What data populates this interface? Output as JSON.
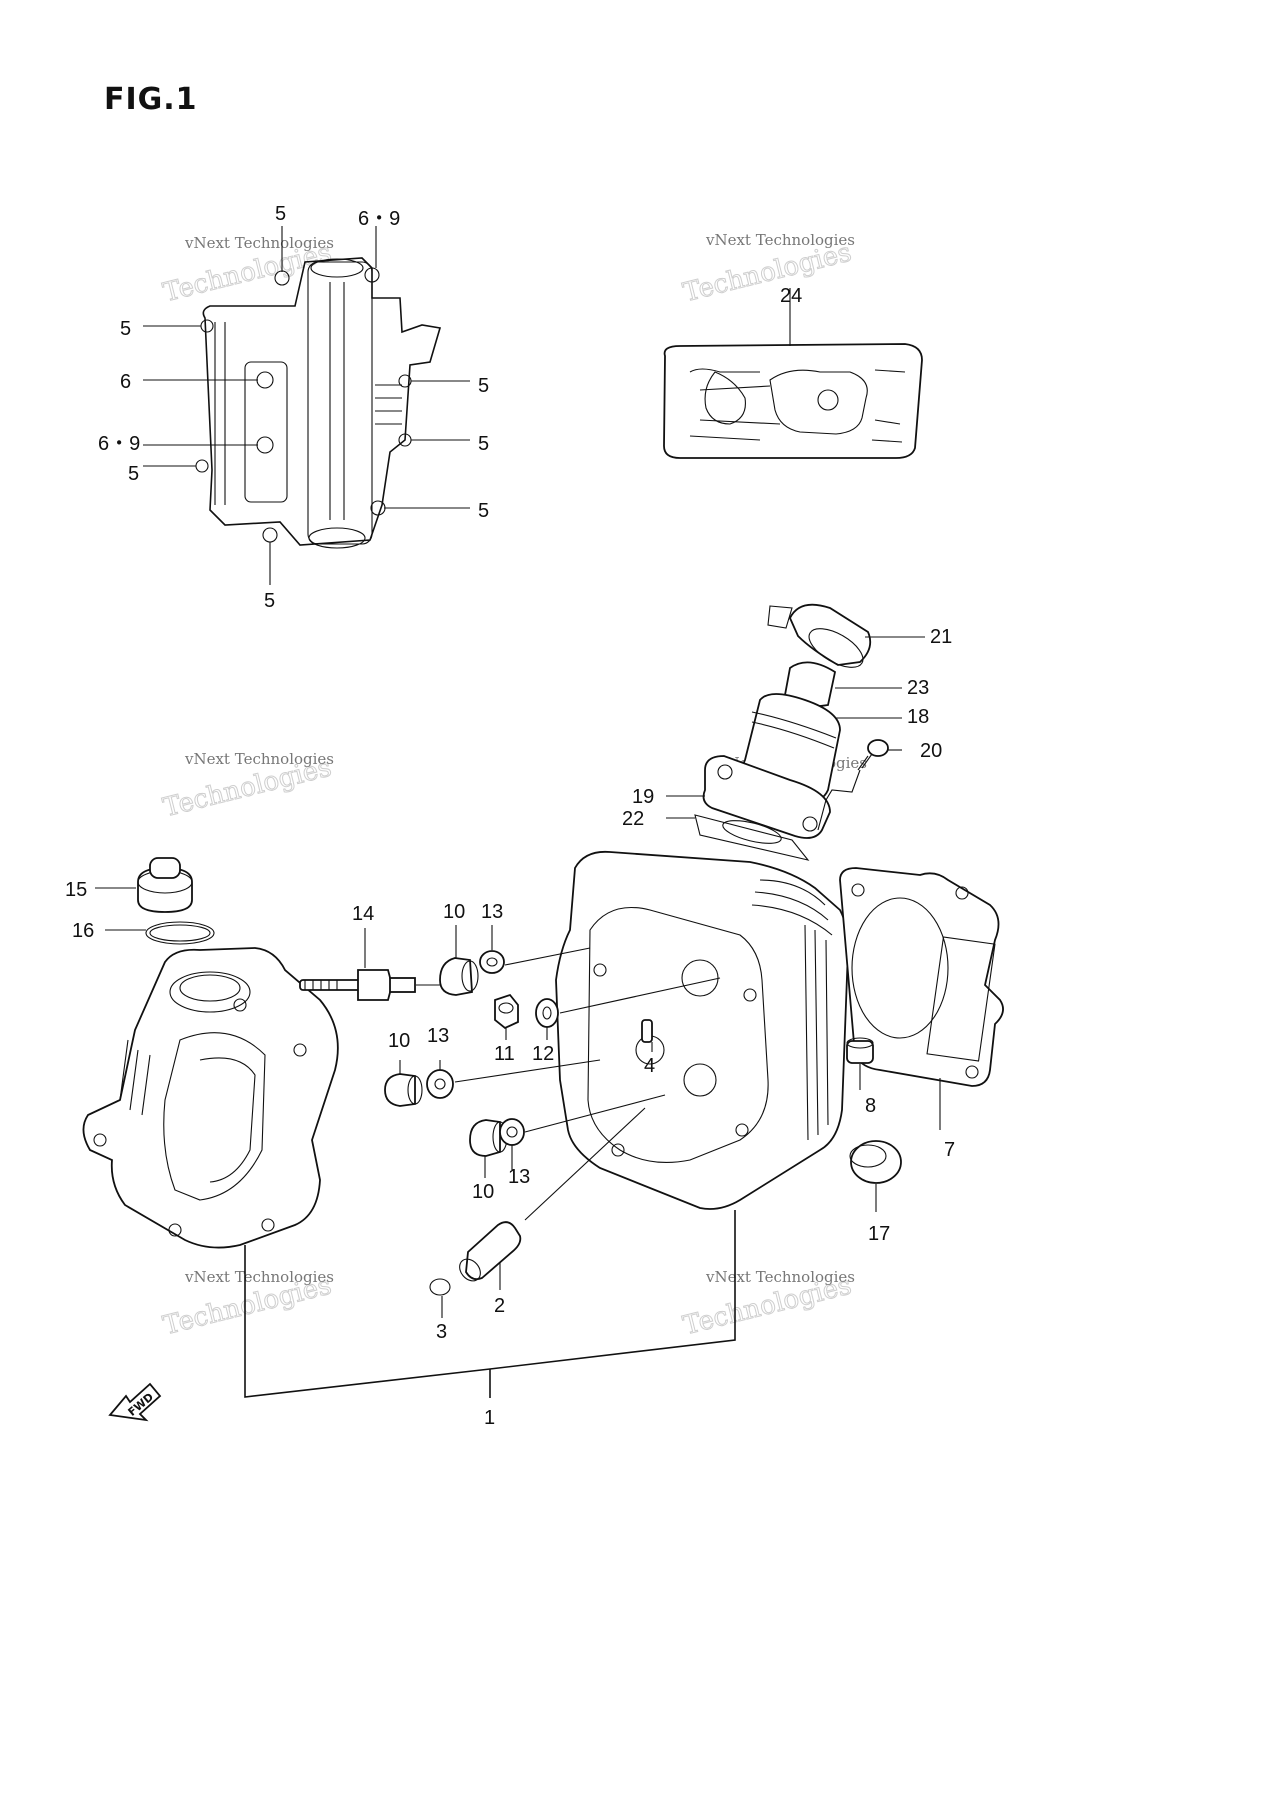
{
  "figure_title": "FIG.1",
  "fwd_label": "FWD",
  "watermark": {
    "line1": "vNext Technologies",
    "line2": "Technologies"
  },
  "callouts": {
    "c1": "1",
    "c2": "2",
    "c3": "3",
    "c4": "4",
    "c5a": "5",
    "c5b": "5",
    "c5c": "5",
    "c5d": "5",
    "c5e": "5",
    "c5f": "5",
    "c5g": "5",
    "c6": "6",
    "c69a": "6・9",
    "c69b": "6・9",
    "c7": "7",
    "c8": "8",
    "c10a": "10",
    "c10b": "10",
    "c10c": "10",
    "c11": "11",
    "c12": "12",
    "c13a": "13",
    "c13b": "13",
    "c13c": "13",
    "c14": "14",
    "c15": "15",
    "c16": "16",
    "c17": "17",
    "c18": "18",
    "c19": "19",
    "c20": "20",
    "c21": "21",
    "c22": "22",
    "c23": "23",
    "c24": "24"
  }
}
